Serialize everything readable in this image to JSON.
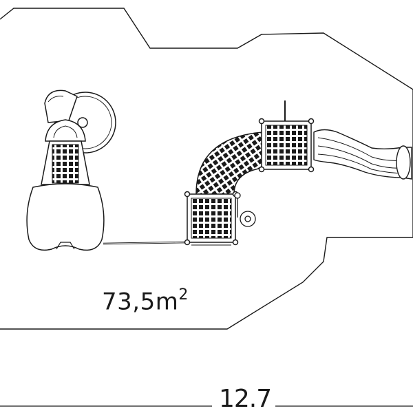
{
  "diagram": {
    "area": {
      "value": "73,5",
      "unit": "m",
      "exponent": "2"
    },
    "dimension": {
      "value": "12.7"
    }
  },
  "colors": {
    "line": "#1a1a1a",
    "fill": "#ffffff",
    "grid": "#1a1a1a"
  }
}
